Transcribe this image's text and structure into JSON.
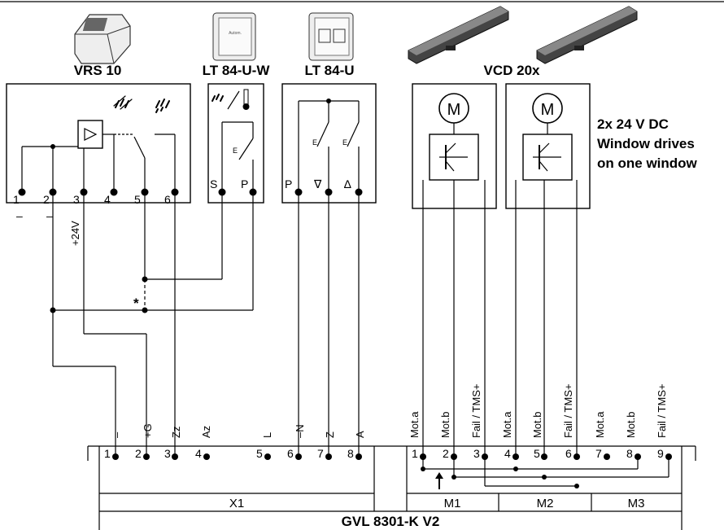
{
  "devices": {
    "vrs": {
      "title": "VRS 10",
      "terminals": [
        "1",
        "2",
        "3",
        "4",
        "5",
        "6"
      ],
      "below": [
        "–",
        "–",
        "+24V"
      ]
    },
    "ltw": {
      "title": "LT 84-U-W",
      "terminals": [
        "S",
        "P"
      ]
    },
    "lt": {
      "title": "LT 84-U",
      "terminals": [
        "P",
        "∇",
        "∆"
      ]
    },
    "vcd": {
      "title": "VCD 20x",
      "motor": "M"
    }
  },
  "note": [
    "2x 24 V DC",
    "Window drives",
    "on one window"
  ],
  "asterisk": "*",
  "x1": {
    "labels": [
      "–",
      "+G",
      "Zz",
      "Az",
      "L",
      "–N",
      "Z",
      "A"
    ],
    "numbers": [
      "1",
      "2",
      "3",
      "4",
      "5",
      "6",
      "7",
      "8"
    ],
    "name": "X1"
  },
  "m": {
    "labels": [
      "Mot.a",
      "Mot.b",
      "Fail / TMS+",
      "Mot.a",
      "Mot.b",
      "Fail / TMS+",
      "Mot.a",
      "Mot.b",
      "Fail / TMS+"
    ],
    "numbers": [
      "1",
      "2",
      "3",
      "4",
      "5",
      "6",
      "7",
      "8",
      "9"
    ],
    "groups": [
      "M1",
      "M2",
      "M3"
    ]
  },
  "controller": "GVL 8301-K V2"
}
